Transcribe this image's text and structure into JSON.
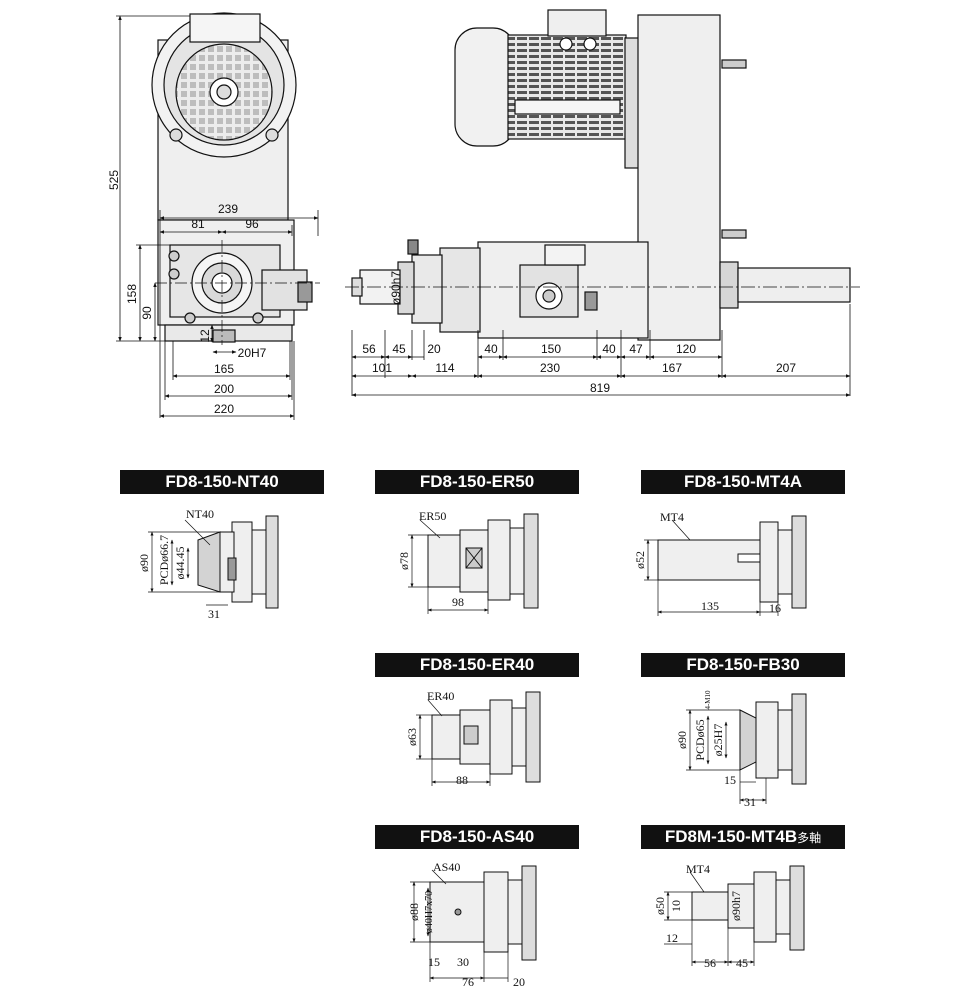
{
  "colors": {
    "line": "#111111",
    "fill": "#ececec",
    "fill_dark": "#b9b9b9",
    "banner": "#111111",
    "banner_text": "#ffffff"
  },
  "front_view": {
    "height_total": "525",
    "height_spindle": "158",
    "height_base": "90",
    "width_top": "239",
    "width_left": "81",
    "width_right": "96",
    "small_height": "12",
    "key_width": "20H7",
    "width_165": "165",
    "width_200": "200",
    "width_220": "220"
  },
  "side_view": {
    "bore_label": "ø90h7",
    "top_row": [
      "56",
      "45",
      "20",
      "40",
      "150",
      "40",
      "47",
      "120"
    ],
    "bottom_row": [
      "101",
      "114",
      "230",
      "167",
      "207"
    ],
    "total_length": "819"
  },
  "variants": [
    {
      "title": "FD8-150-NT40",
      "labels": [
        "NT40",
        "ø90",
        "PCDø66.7",
        "ø44.45",
        "31"
      ]
    },
    {
      "title": "FD8-150-ER50",
      "labels": [
        "ER50",
        "ø78",
        "98"
      ]
    },
    {
      "title": "FD8-150-MT4A",
      "labels": [
        "MT4",
        "ø52",
        "135",
        "16"
      ]
    },
    {
      "title": "FD8-150-ER40",
      "labels": [
        "ER40",
        "ø63",
        "88"
      ]
    },
    {
      "title": "FD8-150-FB30",
      "labels": [
        "ø90",
        "PCDø65",
        "4-M10",
        "ø25H7",
        "15",
        "31"
      ]
    },
    {
      "title": "FD8-150-AS40",
      "labels": [
        "AS40",
        "ø88",
        "ø40H7x70",
        "15",
        "30",
        "76",
        "20"
      ]
    },
    {
      "title": "FD8M-150-MT4B",
      "title_suffix": "多軸",
      "labels": [
        "MT4",
        "ø50",
        "10",
        "ø90h7",
        "12",
        "56",
        "45"
      ]
    }
  ]
}
